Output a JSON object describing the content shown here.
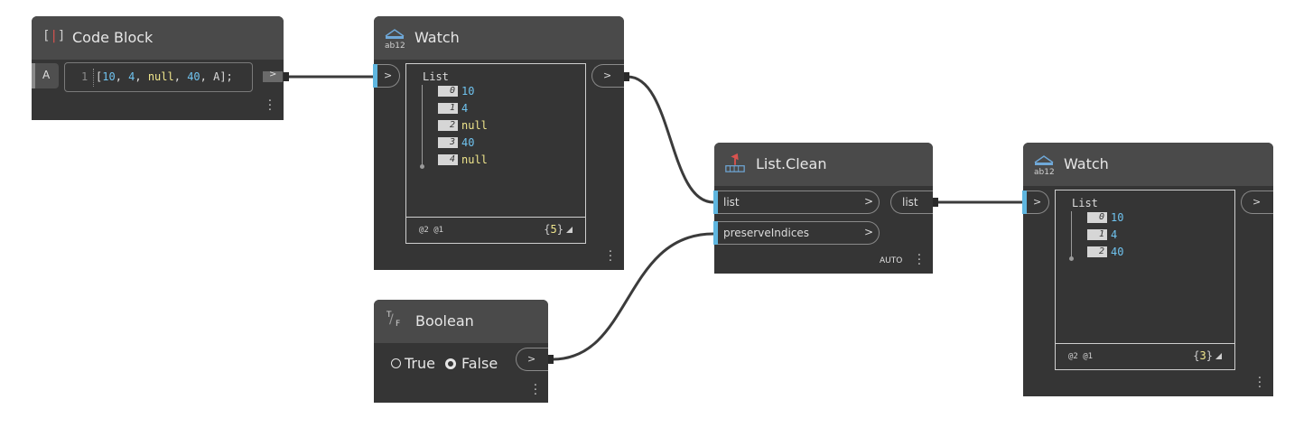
{
  "code_block": {
    "title": "Code Block",
    "port_label": "A",
    "line_number": "1",
    "code": [
      {
        "t": "[",
        "c": "#dcdcdc"
      },
      {
        "t": "10",
        "c": "#6fc3ef"
      },
      {
        "t": ", ",
        "c": "#dcdcdc"
      },
      {
        "t": "4",
        "c": "#6fc3ef"
      },
      {
        "t": ", ",
        "c": "#dcdcdc"
      },
      {
        "t": "null",
        "c": "#f0e68c"
      },
      {
        "t": ", ",
        "c": "#dcdcdc"
      },
      {
        "t": "40",
        "c": "#6fc3ef"
      },
      {
        "t": ", A];",
        "c": "#dcdcdc"
      }
    ],
    "out_chevron": ">"
  },
  "watch1": {
    "title": "Watch",
    "in_chevron": ">",
    "out_chevron": ">",
    "list_label": "List",
    "items": [
      {
        "index": "0",
        "value": "10",
        "color": "#6fc3ef"
      },
      {
        "index": "1",
        "value": "4",
        "color": "#6fc3ef"
      },
      {
        "index": "2",
        "value": "null",
        "color": "#f0e68c"
      },
      {
        "index": "3",
        "value": "40",
        "color": "#6fc3ef"
      },
      {
        "index": "4",
        "value": "null",
        "color": "#f0e68c"
      }
    ],
    "levels": "@2 @1",
    "count_open": "{",
    "count": "5",
    "count_close": "}"
  },
  "list_clean": {
    "title": "List.Clean",
    "inputs": [
      {
        "label": "list",
        "chevron": ">"
      },
      {
        "label": "preserveIndices",
        "chevron": ">"
      }
    ],
    "output": "list",
    "lacing": "AUTO"
  },
  "watch2": {
    "title": "Watch",
    "in_chevron": ">",
    "out_chevron": ">",
    "list_label": "List",
    "items": [
      {
        "index": "0",
        "value": "10",
        "color": "#6fc3ef"
      },
      {
        "index": "1",
        "value": "4",
        "color": "#6fc3ef"
      },
      {
        "index": "2",
        "value": "40",
        "color": "#6fc3ef"
      }
    ],
    "levels": "@2 @1",
    "count_open": "{",
    "count": "3",
    "count_close": "}"
  },
  "boolean": {
    "title": "Boolean",
    "icon_text_t": "T",
    "icon_text_f": "F",
    "true_label": "True",
    "false_label": "False",
    "selected": "False",
    "out_chevron": ">"
  },
  "colors": {
    "canvas": "#ffffff",
    "node_body": "#353535",
    "node_header": "#4a4a4a",
    "port_accent": "#5fb6df",
    "number": "#6fc3ef",
    "null": "#f0e68c",
    "wire": "#3b3b3b"
  }
}
